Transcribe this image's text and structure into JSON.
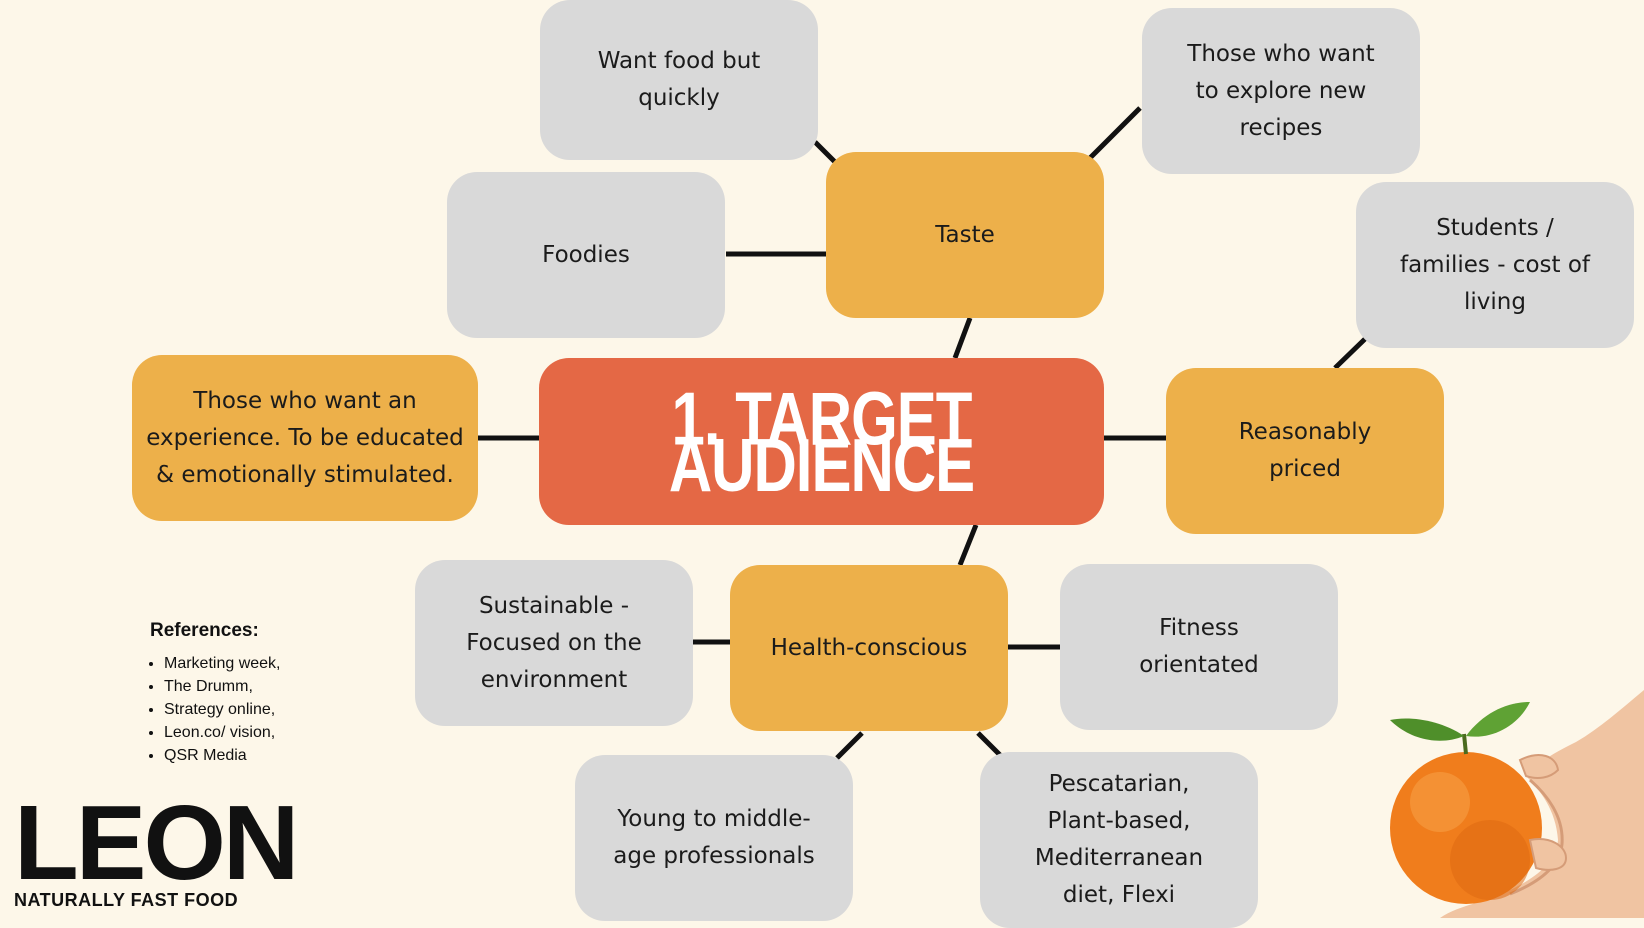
{
  "central": {
    "label": "1. TARGET AUDIENCE"
  },
  "branches": {
    "taste": "Taste",
    "reasonably_priced": "Reasonably\npriced",
    "health_conscious": "Health-conscious",
    "experience": "Those who want an\nexperience. To be educated\n& emotionally stimulated."
  },
  "leaves": {
    "want_food_quickly": "Want food but\nquickly",
    "explore_recipes": "Those who want\nto explore new\nrecipes",
    "foodies": "Foodies",
    "students_families": "Students /\nfamilies - cost of\nliving",
    "sustainable": "Sustainable -\nFocused on the\nenvironment",
    "fitness": "Fitness\norientated",
    "young_professionals": "Young to middle-\nage professionals",
    "diets": "Pescatarian,\nPlant-based,\nMediterranean\ndiet, Flexi"
  },
  "references": {
    "title": "References:",
    "items": [
      "Marketing week,",
      "The Drumm,",
      "Strategy online,",
      "Leon.co/ vision,",
      "QSR Media"
    ]
  },
  "logo": {
    "name": "LEON",
    "tagline": "NATURALLY FAST FOOD"
  },
  "colors": {
    "background": "#fdf7e9",
    "central": "#e46845",
    "branch": "#edb04a",
    "leaf": "#d9d9d9",
    "connector": "#111111"
  }
}
